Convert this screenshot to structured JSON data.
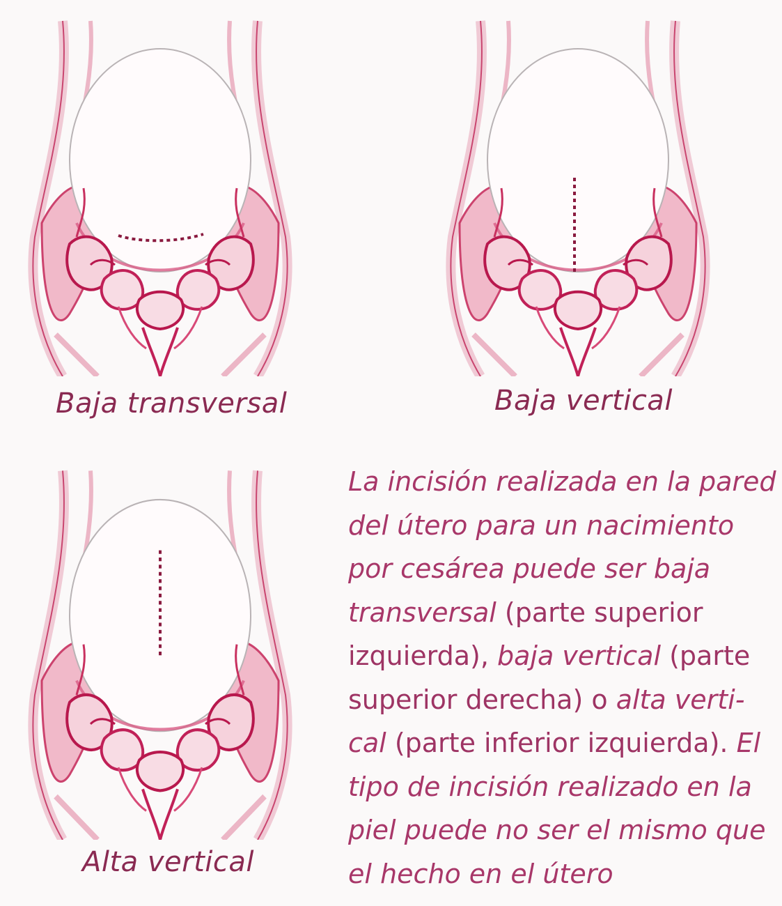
{
  "colors": {
    "background": "#fbf9f9",
    "anatomy_stroke": "#d2577f",
    "anatomy_fill": "#f3c6d3",
    "anatomy_deep": "#b8184d",
    "incision": "#8a1a3f",
    "label_text": "#8a2a52",
    "caption_text": "#a83769"
  },
  "figures": {
    "top_left": {
      "label": "Baja transversal",
      "incision": "low-transverse-dashed-line"
    },
    "top_right": {
      "label": "Baja vertical",
      "incision": "low-vertical-dashed-line"
    },
    "bottom_left": {
      "label": "Alta vertical",
      "incision": "high-vertical-dashed-line"
    }
  },
  "caption": {
    "l1": "La incisión realizada en la pared",
    "l2": "del útero para un nacimiento",
    "l3": "por cesárea puede ser baja",
    "l4a": "transversal",
    "l4b": " (parte superior",
    "l5a": "izquierda), ",
    "l5b": "baja vertical",
    "l5c": " (parte",
    "l6a": "superior derecha) o ",
    "l6b": "alta verti-",
    "l7a": "cal",
    "l7b": " (parte inferior izquierda). ",
    "l7c": "El",
    "l8": "tipo de incisión realizado en la",
    "l9": "piel puede no ser el mismo que",
    "l10": "el hecho en el útero"
  }
}
